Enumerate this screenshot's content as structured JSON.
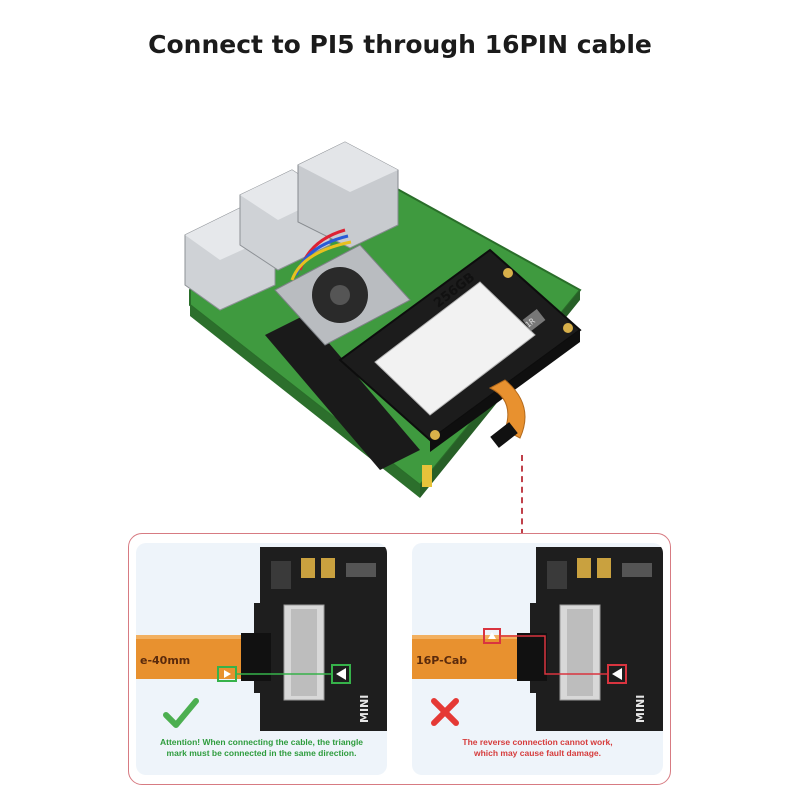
{
  "title": "Connect to PI5 through 16PIN cable",
  "hero": {
    "ssd_label": "256GB",
    "inductor_label": "1R"
  },
  "left_panel": {
    "cable_text": "e-40mm",
    "board_text": "MINI",
    "caption_line1": "Attention! When connecting the cable, the triangle",
    "caption_line2": "mark must be connected in the same direction.",
    "status_icon": "check-icon",
    "status_color": "#4caf50"
  },
  "right_panel": {
    "cable_text": "16P-Cab",
    "board_text": "MINI",
    "caption_line1": "The reverse connection cannot work,",
    "caption_line2": "which may cause fault damage.",
    "status_icon": "cross-icon",
    "status_color": "#e53935"
  },
  "colors": {
    "pcb_green": "#3f9a3f",
    "hat_black": "#1c1c1c",
    "cable_orange": "#e8912f",
    "highlight_green": "#36b24a",
    "highlight_red": "#d9343f",
    "panel_border": "#d77b82"
  }
}
